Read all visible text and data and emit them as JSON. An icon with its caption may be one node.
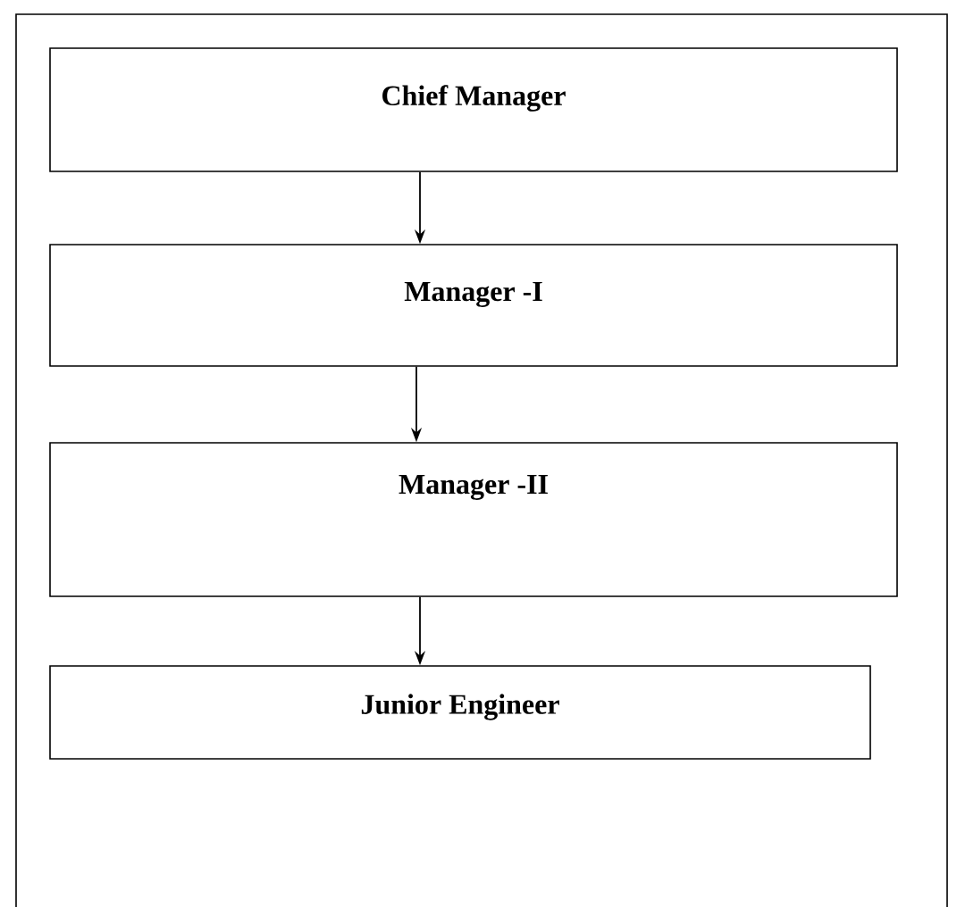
{
  "diagram": {
    "nodes": [
      {
        "text": [
          "Chief Manager"
        ]
      },
      {
        "text": [
          "Manager -I"
        ]
      },
      {
        "text": [
          "Manager -II"
        ]
      },
      {
        "text": [
          "Junior Engineer"
        ]
      }
    ],
    "edges": [
      {
        "from": 0,
        "to": 1,
        "arrow": "to"
      },
      {
        "from": 1,
        "to": 2,
        "arrow": "to"
      },
      {
        "from": 2,
        "to": 3,
        "arrow": "to"
      }
    ]
  }
}
